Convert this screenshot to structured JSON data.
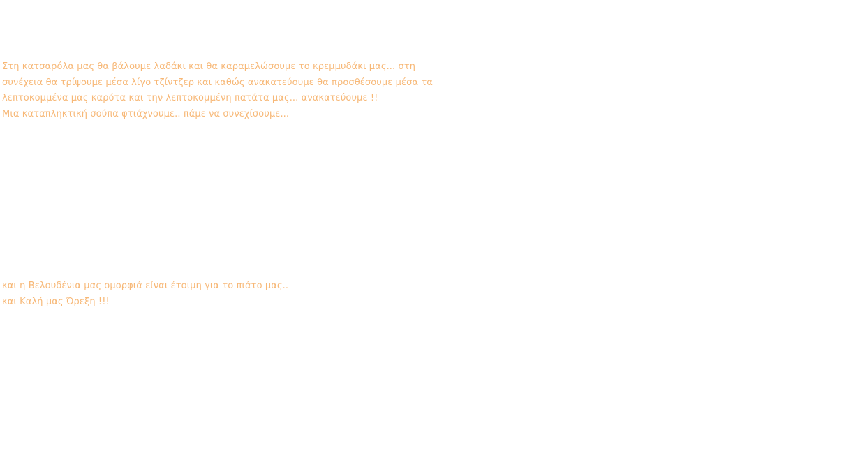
{
  "paragraphs": [
    {
      "lines": [
        "Στη κατσαρόλα μας θα βάλουμε λαδάκι και θα καραμελώσουμε το κρεμμυδάκι μας... στη",
        "συνέχεια θα τρίψουμε μέσα λίγο τζίντζερ και καθώς ανακατεύουμε θα προσθέσουμε μέσα τα",
        "λεπτοκομμένα μας καρότα και την λεπτοκομμένη πατάτα μας... ανακατεύουμε !!",
        "Μια καταπληκτική σούπα φτιάχνουμε.. πάμε να συνεχίσουμε..."
      ]
    },
    {
      "lines": [
        "και η Βελουδένια μας ομορφιά είναι έτοιμη για το πιάτο μας..",
        "και Καλή μας Όρεξη !!!"
      ]
    }
  ],
  "colors": {
    "text": "#f7b877",
    "background": "#ffffff"
  }
}
